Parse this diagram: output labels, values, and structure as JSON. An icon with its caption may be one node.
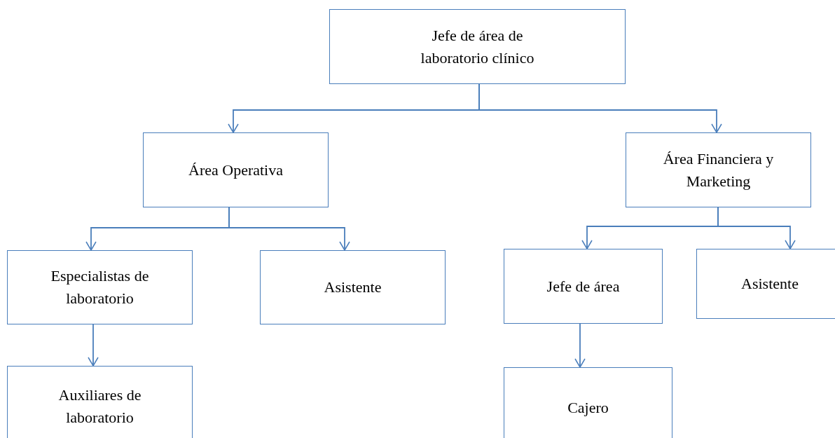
{
  "diagram": {
    "nodes": [
      {
        "text": [
          "Jefe de área de laboratorio clínico"
        ]
      },
      {
        "text": [
          "Área Operativa"
        ]
      },
      {
        "text": [
          "Área Financiera y Marketing"
        ]
      },
      {
        "text": [
          "Especialistas de laboratorio"
        ]
      },
      {
        "text": [
          "Asistente"
        ]
      },
      {
        "text": [
          "Jefe de área"
        ]
      },
      {
        "text": [
          "Asistente"
        ]
      },
      {
        "text": [
          "Auxiliares de laboratorio"
        ]
      },
      {
        "text": [
          "Cajero"
        ]
      }
    ],
    "edges": [
      {
        "from": 0,
        "to": 1,
        "arrow": "to"
      },
      {
        "from": 0,
        "to": 2,
        "arrow": "to"
      },
      {
        "from": 1,
        "to": 3,
        "arrow": "to"
      },
      {
        "from": 1,
        "to": 4,
        "arrow": "to"
      },
      {
        "from": 2,
        "to": 5,
        "arrow": "to"
      },
      {
        "from": 2,
        "to": 6,
        "arrow": "to"
      },
      {
        "from": 3,
        "to": 7,
        "arrow": "to"
      },
      {
        "from": 5,
        "to": 8,
        "arrow": "to"
      }
    ]
  }
}
